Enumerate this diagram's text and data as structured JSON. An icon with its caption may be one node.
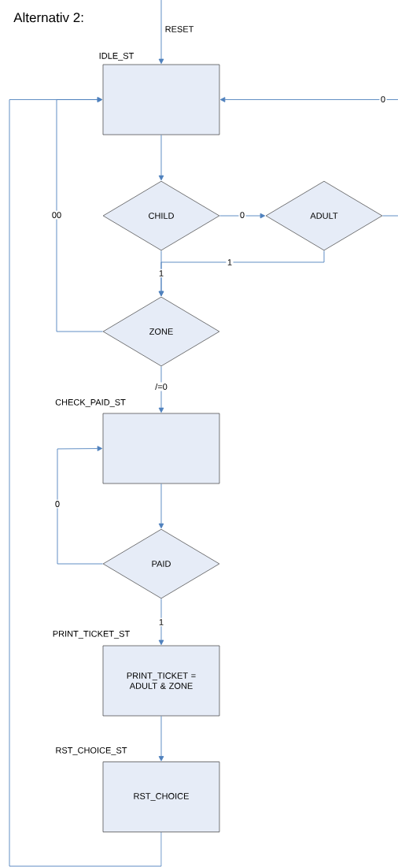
{
  "diagram": {
    "title": "Alternativ 2:",
    "nodes": [
      {
        "text": [
          "IDLE_ST"
        ]
      },
      {
        "text": [
          "CHILD"
        ]
      },
      {
        "text": [
          "ADULT"
        ]
      },
      {
        "text": [
          "ZONE"
        ]
      },
      {
        "text": [
          "CHECK_PAID_ST"
        ]
      },
      {
        "text": [
          "PAID"
        ]
      },
      {
        "text": [
          "PRINT_TICKET_ST",
          "PRINT_TICKET = ADULT & ZONE"
        ]
      },
      {
        "text": [
          "RST_CHOICE_ST",
          "RST_CHOICE"
        ]
      }
    ],
    "edges": [
      {
        "from": null,
        "to": 0,
        "arrow": "to",
        "label": "RESET"
      },
      {
        "from": 0,
        "to": 1,
        "arrow": "to"
      },
      {
        "from": 1,
        "to": 2,
        "arrow": "to",
        "label": "0"
      },
      {
        "from": 2,
        "to": null,
        "arrow": "none"
      },
      {
        "from": null,
        "to": 0,
        "arrow": "to",
        "label": "0"
      },
      {
        "from": 1,
        "to": 3,
        "arrow": "to",
        "label": "1"
      },
      {
        "from": 2,
        "to": 3,
        "arrow": "to",
        "label": "1"
      },
      {
        "from": 3,
        "to": 0,
        "arrow": "to",
        "label": "00"
      },
      {
        "from": 3,
        "to": 4,
        "arrow": "to",
        "label": "/=0"
      },
      {
        "from": 4,
        "to": 5,
        "arrow": "to"
      },
      {
        "from": 5,
        "to": 4,
        "arrow": "to",
        "label": "0"
      },
      {
        "from": 5,
        "to": 6,
        "arrow": "to",
        "label": "1"
      },
      {
        "from": 6,
        "to": 7,
        "arrow": "to"
      },
      {
        "from": 7,
        "to": 0,
        "arrow": "to"
      }
    ]
  }
}
